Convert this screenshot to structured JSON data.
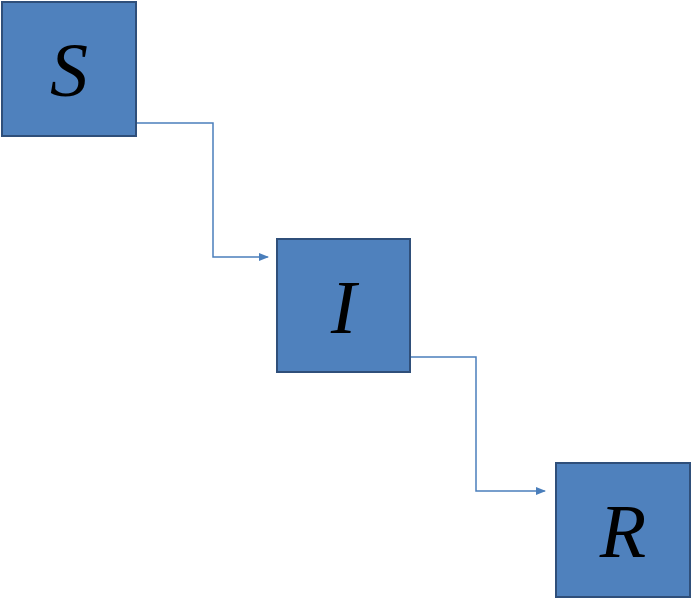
{
  "colors": {
    "node_fill": "#4f81bd",
    "node_border": "#2f4f7a",
    "connector": "#4a7ebb",
    "label": "#000000",
    "background": "#ffffff"
  },
  "nodes": [
    {
      "id": "S",
      "label": "S"
    },
    {
      "id": "I",
      "label": "I"
    },
    {
      "id": "R",
      "label": "R"
    }
  ],
  "edges": [
    {
      "from": "S",
      "to": "I"
    },
    {
      "from": "I",
      "to": "R"
    }
  ]
}
